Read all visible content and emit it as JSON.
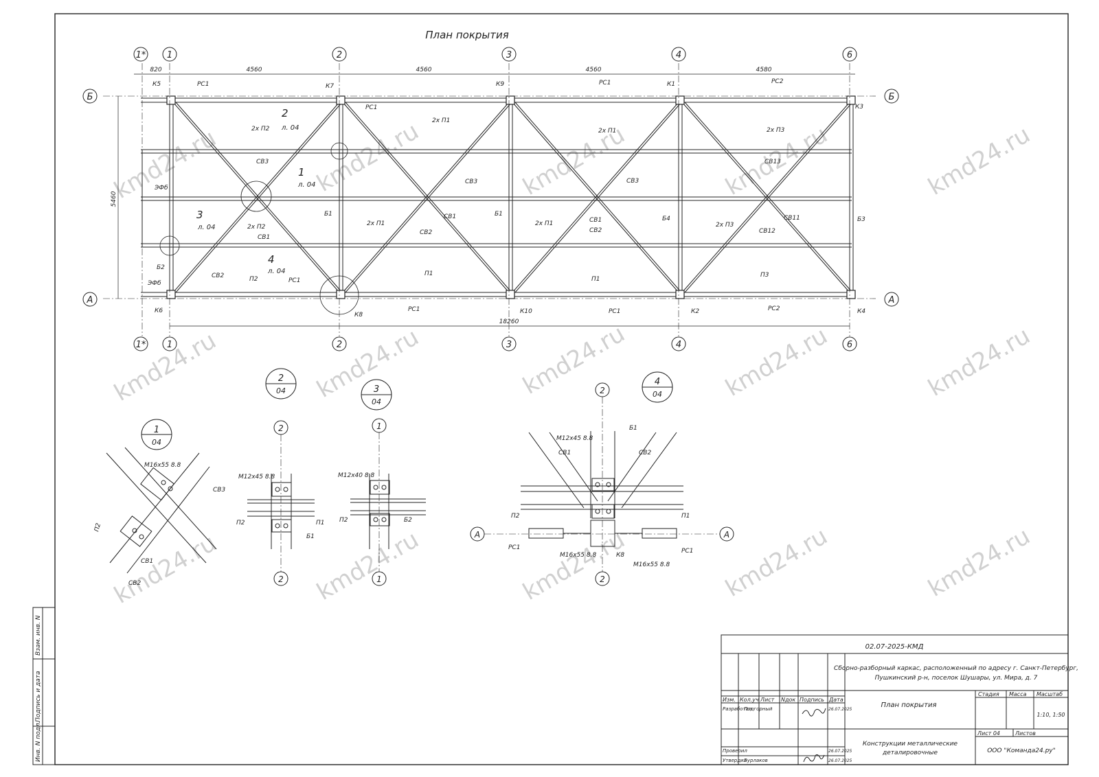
{
  "sheet": {
    "drawing_title": "План покрытия",
    "watermark": "kmd24.ru"
  },
  "plan": {
    "axes_x": [
      "1*",
      "1",
      "2",
      "3",
      "4",
      "6"
    ],
    "axes_y": [
      "Б",
      "А"
    ],
    "dims_top": [
      "820",
      "4560",
      "4560",
      "4560",
      "4580"
    ],
    "dim_total": "18260",
    "dim_side": "5460",
    "columns": [
      "К5",
      "К7",
      "К9",
      "К1",
      "К3",
      "К6",
      "К8",
      "К10",
      "К2",
      "К4"
    ],
    "element_labels": {
      "rc1": "РС1",
      "rc2": "РС2",
      "p1": "П1",
      "p2": "П2",
      "p3": "П3",
      "p1x2": "2х П1",
      "p2x2": "2х П2",
      "p3x2": "2х П3",
      "b1": "Б1",
      "b2": "Б2",
      "b3": "Б3",
      "b4": "Б4",
      "sv1": "СВ1",
      "sv2": "СВ2",
      "sv3": "СВ3",
      "sv11": "СВ11",
      "sv12": "СВ12",
      "sv13": "СВ13",
      "ef6": "ЭФб"
    },
    "callouts": [
      {
        "num": "2",
        "sheet": "л. 04"
      },
      {
        "num": "1",
        "sheet": "л. 04"
      },
      {
        "num": "3",
        "sheet": "л. 04"
      },
      {
        "num": "4",
        "sheet": "л. 04"
      }
    ]
  },
  "details": {
    "d1": {
      "num": "1",
      "sheet": "04",
      "bolt": "М16х55 8.8",
      "labels": [
        "СВ3",
        "П2",
        "СВ1",
        "СВ2"
      ]
    },
    "d2": {
      "num": "2",
      "sheet": "04",
      "axis": "2",
      "bolt": "М12х45 8.8",
      "labels": [
        "П2",
        "П1",
        "Б1"
      ]
    },
    "d3": {
      "num": "3",
      "sheet": "04",
      "axis": "1",
      "bolt": "М12х40 8.8",
      "labels": [
        "П2",
        "Б2"
      ]
    },
    "d4": {
      "num": "4",
      "sheet": "04",
      "axis_v": "2",
      "axis_h": "А",
      "bolt_top": "М12х45 8.8",
      "bolt_bottom_left": "М16х55 8.8",
      "bolt_bottom_right": "М16х55 8.8",
      "labels": [
        "Б1",
        "СВ1",
        "СВ2",
        "П2",
        "П1",
        "РС1",
        "РС1",
        "К8"
      ]
    }
  },
  "side_stamp": [
    "Взам. инв. N",
    "Подпись и дата",
    "Инв. N подл."
  ],
  "title_block": {
    "code": "02.07-2025-КМД",
    "project": "Сборно-разборный каркас, расположенный по адресу г. Санкт-Петербург,",
    "project2": "Пушкинский р-н, поселок Шушары, ул. Мира, д. 7",
    "col_izm": "Изм.",
    "col_kol": "Кол.уч",
    "col_list": "Лист",
    "col_ndok": "Nдок",
    "col_podp": "Подпись",
    "col_data": "Дата",
    "developed": "Разработал",
    "developer": "Подгорный",
    "dev_date": "26.07.2025",
    "checked": "Проверил",
    "approved": "Утвердил",
    "approver": "Бурлаков",
    "chk_date": "26.07.2025",
    "appr_date": "26.07.2025",
    "sheet_title": "План покрытия",
    "stage_h": "Стадия",
    "mass_h": "Масса",
    "scale_h": "Масштаб",
    "scale": "1:10, 1:50",
    "sheet_no": "Лист 04",
    "sheets": "Листов",
    "section": "Конструкции металлические",
    "section2": "деталировочные",
    "company": "ООО \"Команда24.ру\""
  }
}
